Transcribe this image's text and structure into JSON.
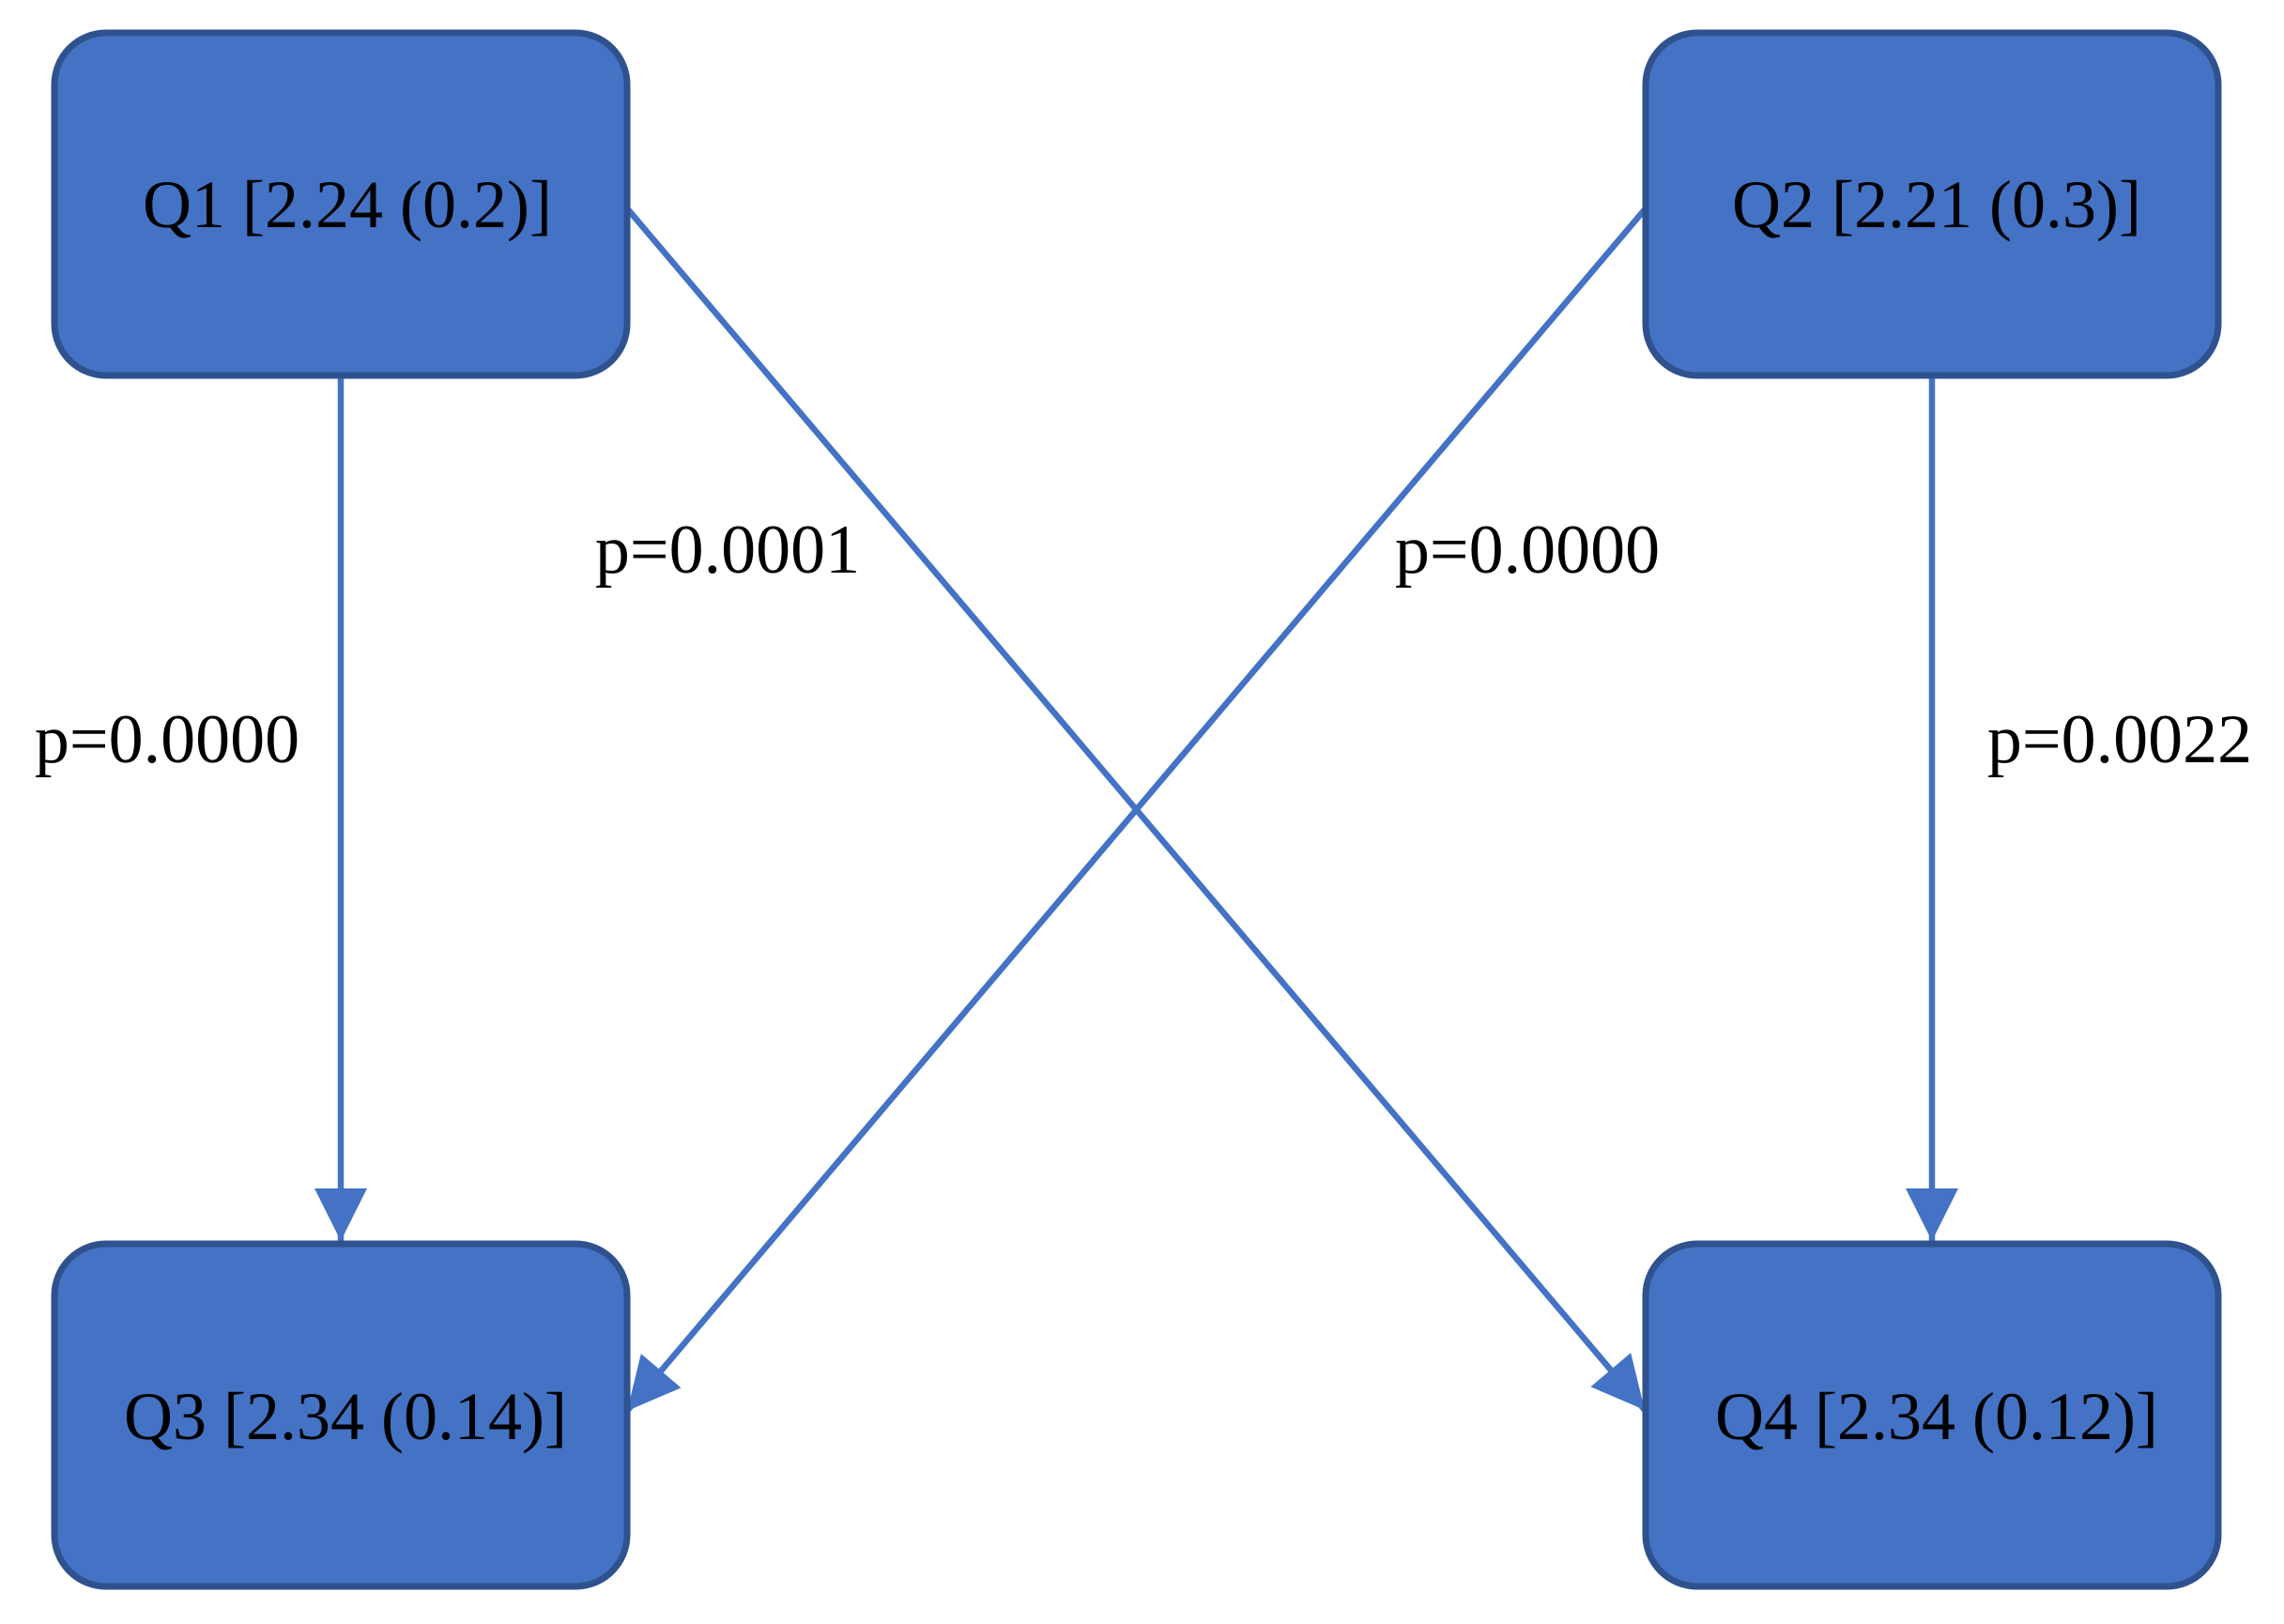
{
  "diagram": {
    "nodes": [
      {
        "id": "Q1",
        "label": "Q1 [2.24 (0.2)]",
        "position": "top-left"
      },
      {
        "id": "Q2",
        "label": "Q2 [2.21 (0.3)]",
        "position": "top-right"
      },
      {
        "id": "Q3",
        "label": "Q3 [2.34 (0.14)]",
        "position": "bottom-left"
      },
      {
        "id": "Q4",
        "label": "Q4 [2.34 (0.12)]",
        "position": "bottom-right"
      }
    ],
    "edges": [
      {
        "from": "Q1",
        "to": "Q3",
        "label": "p=0.0000",
        "type": "vertical"
      },
      {
        "from": "Q1",
        "to": "Q4",
        "label": "p=0.0001",
        "type": "diagonal"
      },
      {
        "from": "Q2",
        "to": "Q3",
        "label": "p=0.0000",
        "type": "diagonal"
      },
      {
        "from": "Q2",
        "to": "Q4",
        "label": "p=0.0022",
        "type": "vertical"
      }
    ],
    "colors": {
      "node_fill": "#4472C4",
      "node_border": "#2F528F",
      "connector": "#4472C4",
      "text": "#000000",
      "background": "#FFFFFF"
    }
  }
}
